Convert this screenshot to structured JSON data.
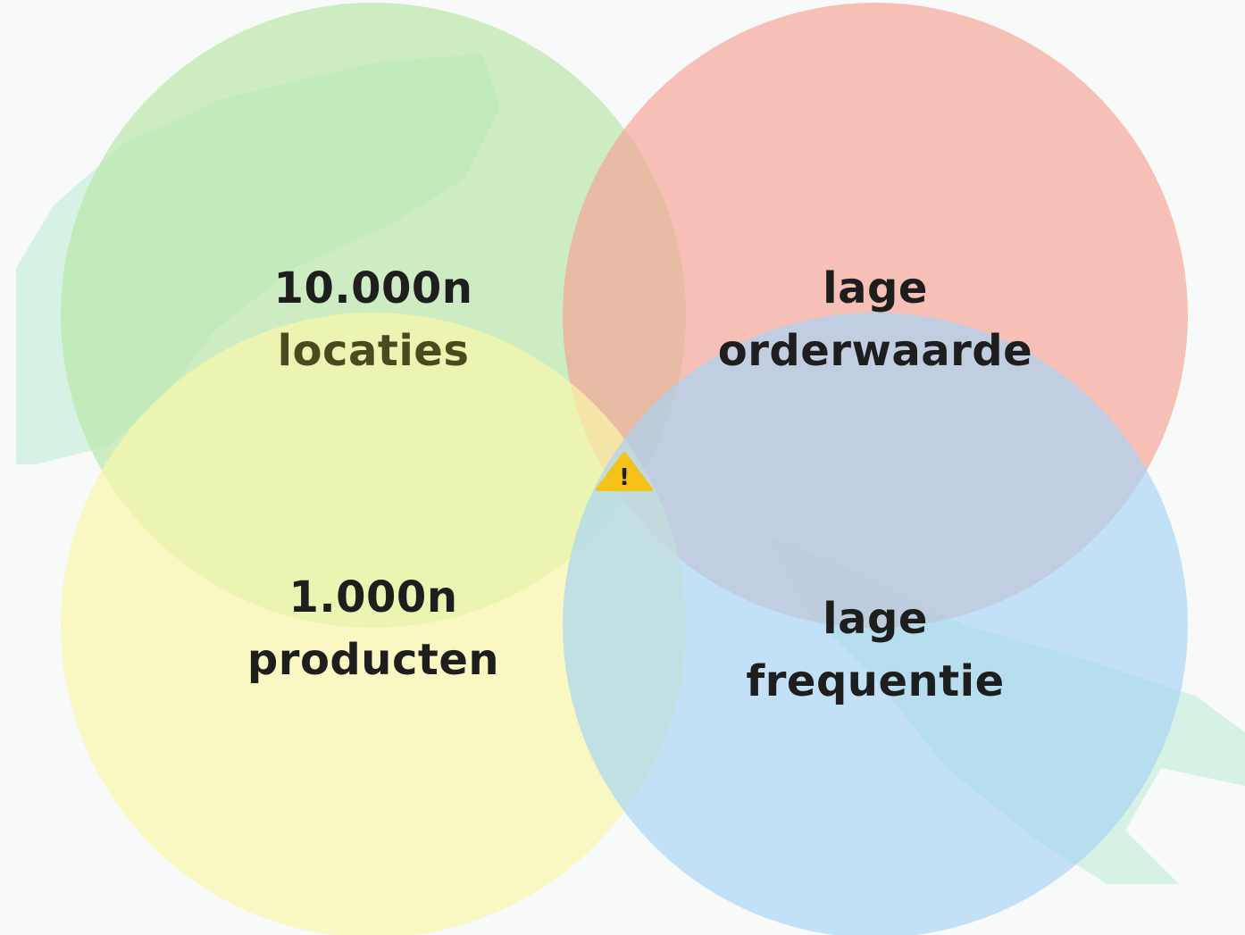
{
  "circles": [
    {
      "id": "green",
      "color": "#b8e6a8",
      "lines": [
        "10.000n",
        "locaties"
      ],
      "line_colors": [
        "#1e1e1e",
        "#4a4a1e"
      ]
    },
    {
      "id": "red",
      "color": "#f5a596",
      "lines": [
        "lage",
        "orderwaarde"
      ]
    },
    {
      "id": "yellow",
      "color": "#f9f8a8",
      "lines": [
        "1.000n",
        "producten"
      ]
    },
    {
      "id": "blue",
      "color": "#a8d4f5",
      "lines": [
        "lage",
        "frequentie"
      ]
    }
  ],
  "warning": {
    "symbol": "!",
    "color": "#f5c318",
    "icon": "warning-icon"
  },
  "background_decoration": {
    "icon": "tools-silhouette-icon",
    "color": "#b9ecd4"
  }
}
